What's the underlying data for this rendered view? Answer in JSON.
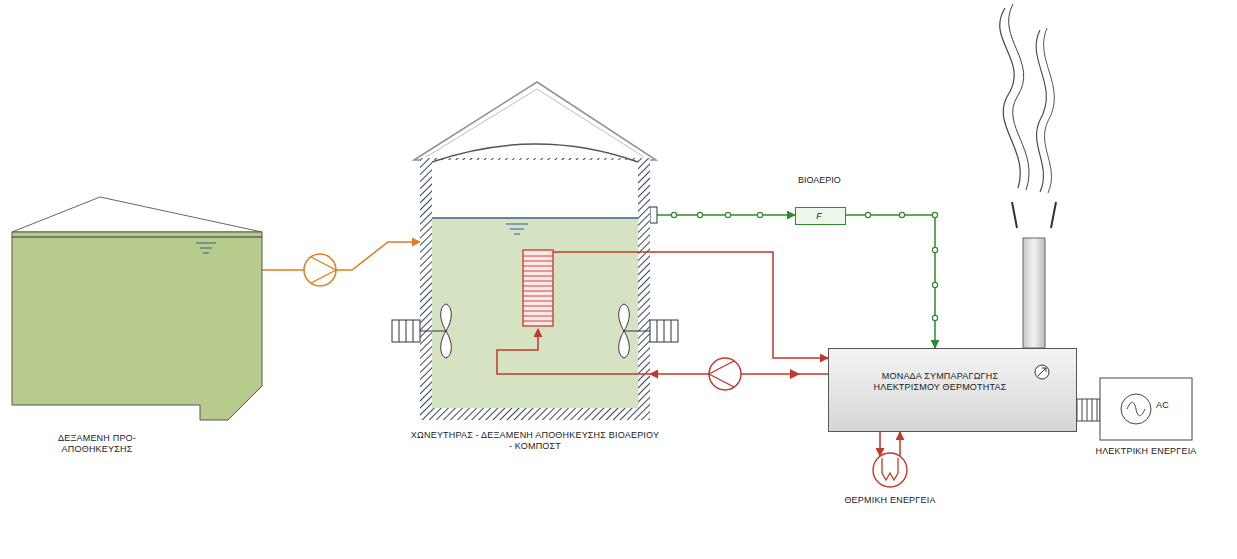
{
  "diagram": {
    "nodes": [
      {
        "text": [
          "ΔΕΞΑΜΕΝΗ ΠΡΟ-ΑΠΟΘΗΚΕΥΣΗΣ"
        ]
      },
      {
        "text": [
          "ΧΩΝΕΥΤΗΡΑΣ - ΔΕΞΑΜΕΝΗ ΑΠΟΘΗΚΕΥΣΗΣ ΒΙΟΑΕΡΙΟΥ - ΚΟΜΠΟΣΤ"
        ]
      },
      {
        "text": [
          "F"
        ]
      },
      {
        "text": [
          "ΜΟΝΑΔΑ ΣΥΜΠΑΡΑΓΩΓΗΣ ΗΛΕΚΤΡΙΣΜΟΥ ΘΕΡΜΟΤΗΤΑΣ"
        ]
      },
      {
        "text": [
          "AC",
          "ΗΛΕΚΤΡΙΚΗ ΕΝΕΡΓΕΙΑ"
        ]
      },
      {
        "text": [
          "ΘΕΡΜΙΚΗ ΕΝΕΡΓΕΙΑ"
        ]
      }
    ],
    "edges": [
      {
        "from": 0,
        "to": 1,
        "arrow": "to"
      },
      {
        "from": 1,
        "to": 2,
        "arrow": "to"
      },
      {
        "from": 2,
        "to": 3,
        "arrow": "to"
      },
      {
        "from": 1,
        "to": 3,
        "arrow": "to"
      },
      {
        "from": 3,
        "to": 1,
        "arrow": "to"
      },
      {
        "from": 3,
        "to": 5,
        "arrow": "to"
      },
      {
        "from": 5,
        "to": 3,
        "arrow": "to"
      },
      {
        "from": 3,
        "to": 4,
        "arrow": "none"
      }
    ],
    "labels": [
      "ΒΙΟΑΕΡΙΟ"
    ]
  }
}
